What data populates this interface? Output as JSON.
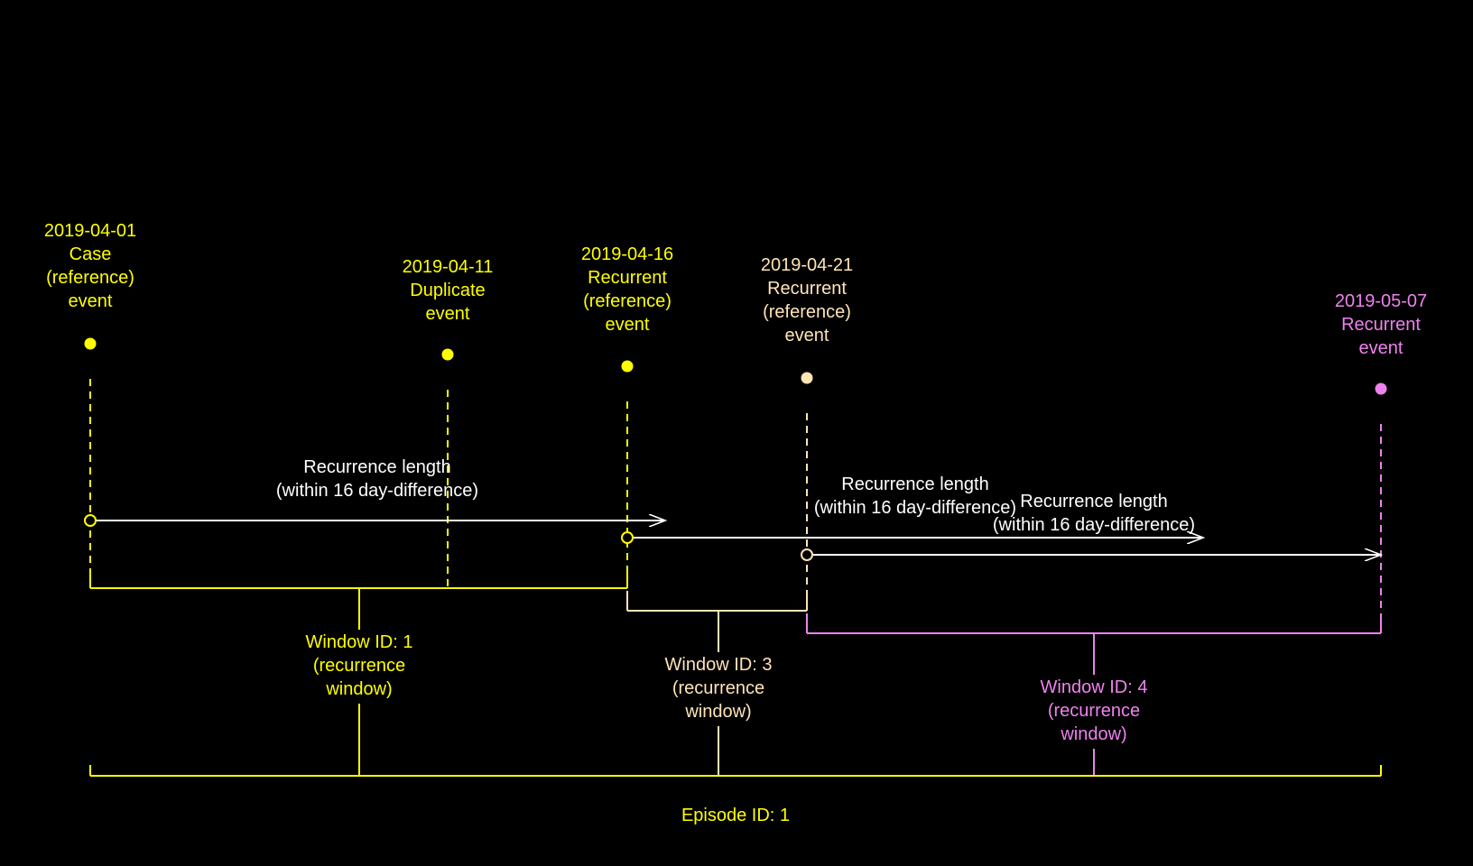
{
  "colors": {
    "background": "#000000",
    "yellow": "#FFFF00",
    "peach": "#FFE4B5",
    "violet": "#EE82EE",
    "white": "#FFFFFF"
  },
  "events": [
    {
      "id": "e1",
      "lines": [
        "2019-04-01",
        "Case",
        "(reference)",
        "event"
      ],
      "color": "#FFFF00"
    },
    {
      "id": "e2",
      "lines": [
        "2019-04-11",
        "Duplicate",
        "event"
      ],
      "color": "#FFFF00"
    },
    {
      "id": "e3",
      "lines": [
        "2019-04-16",
        "Recurrent",
        "(reference)",
        "event"
      ],
      "color": "#FFFF00"
    },
    {
      "id": "e4",
      "lines": [
        "2019-04-21",
        "Recurrent",
        "(reference)",
        "event"
      ],
      "color": "#FFE4B5"
    },
    {
      "id": "e5",
      "lines": [
        "2019-05-07",
        "Recurrent",
        "event"
      ],
      "color": "#EE82EE"
    }
  ],
  "recurrence_label": [
    "Recurrence length",
    "(within 16 day-difference)"
  ],
  "windows": [
    {
      "id": "w1",
      "lines": [
        "Window ID: 1",
        "(recurrence",
        "window)"
      ],
      "color": "#FFFF00"
    },
    {
      "id": "w3",
      "lines": [
        "Window ID: 3",
        "(recurrence",
        "window)"
      ],
      "color": "#FFE4B5"
    },
    {
      "id": "w4",
      "lines": [
        "Window ID: 4",
        "(recurrence",
        "window)"
      ],
      "color": "#EE82EE"
    }
  ],
  "episode": {
    "label": "Episode ID: 1",
    "color": "#FFFF00"
  }
}
